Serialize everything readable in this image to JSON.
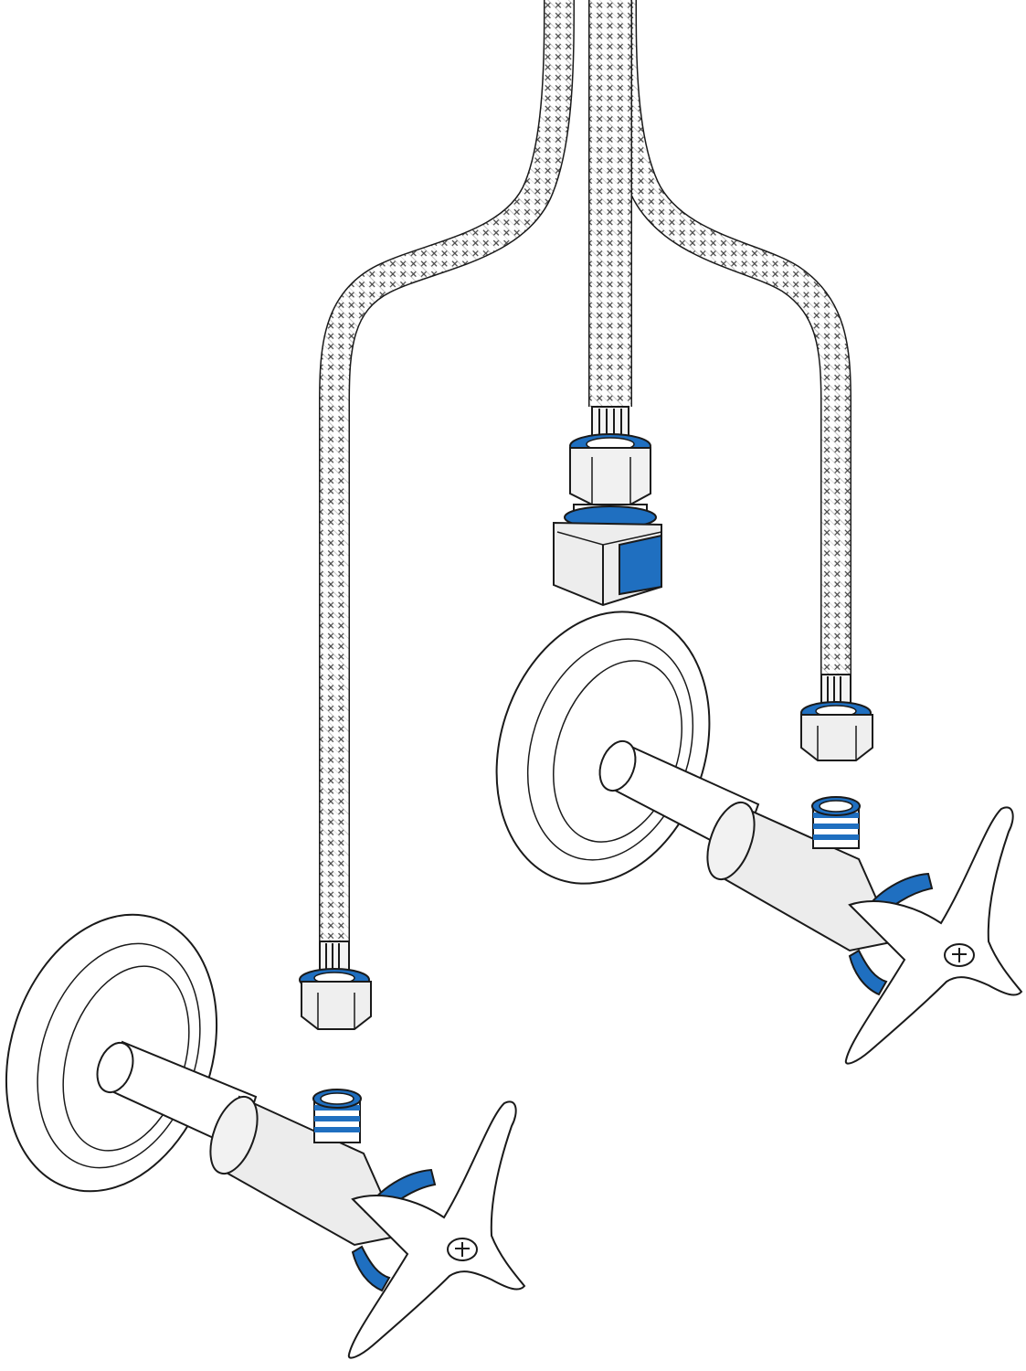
{
  "figure": {
    "parts": [
      {
        "name": "braided-supply-hose-left",
        "icon": "braided-hose-icon"
      },
      {
        "name": "braided-supply-hose-center",
        "icon": "braided-hose-icon"
      },
      {
        "name": "braided-supply-hose-right",
        "icon": "braided-hose-icon"
      },
      {
        "name": "compression-nut-fitting",
        "icon": "compression-fitting-icon"
      },
      {
        "name": "coupling-nut-left",
        "icon": "hex-nut-icon"
      },
      {
        "name": "coupling-nut-right",
        "icon": "hex-nut-icon"
      },
      {
        "name": "angle-stop-valve-left",
        "icon": "angle-valve-icon"
      },
      {
        "name": "angle-stop-valve-right",
        "icon": "angle-valve-icon"
      },
      {
        "name": "wall-escutcheon-left",
        "icon": "escutcheon-icon"
      },
      {
        "name": "wall-escutcheon-right",
        "icon": "escutcheon-icon"
      }
    ]
  },
  "colors": {
    "outline": "#1a1a1a",
    "accent": "#1f6fc0",
    "metal_fill": "#ededed",
    "background": "#ffffff"
  }
}
